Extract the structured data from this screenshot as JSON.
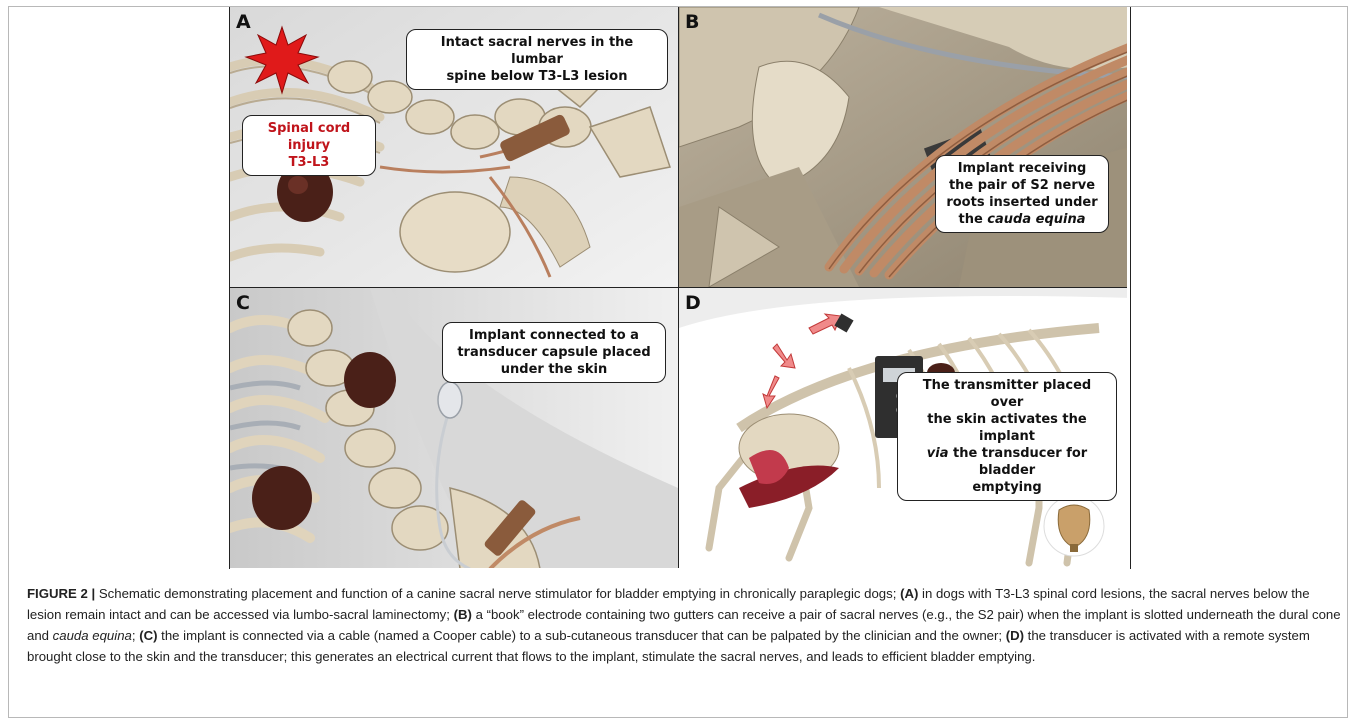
{
  "figure": {
    "panels": {
      "a": {
        "letter": "A",
        "injury_label_line1": "Spinal cord injury",
        "injury_label_line2": "T3-L3",
        "callout_line1": "Intact sacral nerves in the lumbar",
        "callout_line2": "spine below T3-L3 lesion"
      },
      "b": {
        "letter": "B",
        "callout_line1": "Implant receiving",
        "callout_line2": "the pair of S2 nerve",
        "callout_line3": "roots inserted under",
        "callout_line4_prefix": "the ",
        "callout_line4_italic": "cauda equina"
      },
      "c": {
        "letter": "C",
        "callout_line1": "Implant connected to a",
        "callout_line2": "transducer capsule placed",
        "callout_line3": "under the skin"
      },
      "d": {
        "letter": "D",
        "callout_line1": "The transmitter placed over",
        "callout_line2": "the skin activates the implant",
        "callout_line3_italic": "via",
        "callout_line3_rest": " the transducer for bladder",
        "callout_line4": "emptying"
      }
    }
  },
  "caption": {
    "label": "FIGURE 2 |",
    "intro": " Schematic demonstrating placement and function of a canine sacral nerve stimulator for bladder emptying in chronically paraplegic dogs; ",
    "a_tag": "(A)",
    "a_text": " in dogs with T3-L3 spinal cord lesions, the sacral nerves below the lesion remain intact and can be accessed via lumbo-sacral laminectomy; ",
    "b_tag": "(B)",
    "b_text": " a “book” electrode containing two gutters can receive a pair of sacral nerves (e.g., the S2 pair) when the implant is slotted underneath the dural cone and ",
    "b_italic": "cauda equina",
    "b_end": "; ",
    "c_tag": "(C)",
    "c_text": " the implant is connected via a cable (named a Cooper cable) to a sub-cutaneous transducer that can be palpated by the clinician and the owner; ",
    "d_tag": "(D)",
    "d_text": " the transducer is activated with a remote system brought close to the skin and the transducer; this generates an electrical current that flows to the implant, stimulate the sacral nerves, and leads to efficient bladder emptying."
  }
}
